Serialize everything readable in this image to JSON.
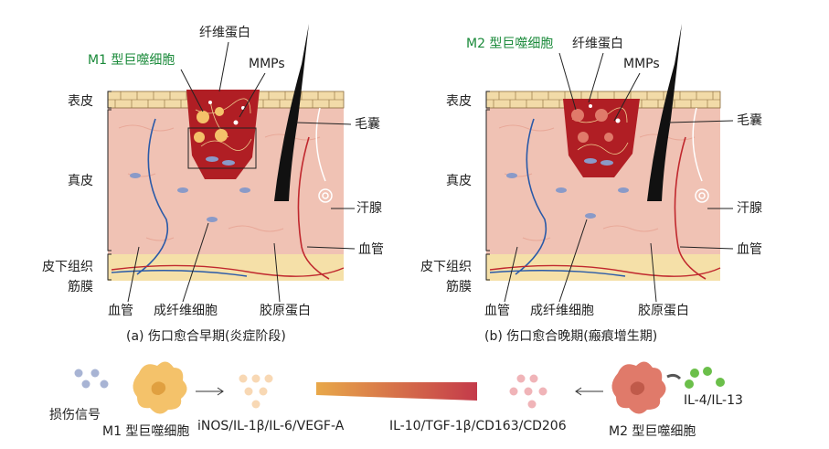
{
  "colors": {
    "dermis": "#f0c2b4",
    "epidermis": "#f2dba8",
    "subcutis": "#f5e0a8",
    "wound": "#b01e24",
    "hair": "#111111",
    "vessel_red": "#c0282e",
    "vessel_blue": "#2a5aa8",
    "m1_cell": "#f4c26a",
    "m2_cell": "#e07a6a",
    "label_green": "#1a8a3a",
    "il_dots": "#6bbf4a",
    "damage_dots": "#a8b4d4"
  },
  "panel_a": {
    "m1_label": "M1 型巨噬细胞",
    "fibrin": "纤维蛋白",
    "mmps": "MMPs",
    "epidermis": "表皮",
    "dermis": "真皮",
    "subcutis": "皮下组织",
    "fascia": "筋膜",
    "hair_follicle": "毛囊",
    "sweat_gland": "汗腺",
    "vessel_right": "血管",
    "vessel_bottom": "血管",
    "fibroblast": "成纤维细胞",
    "collagen": "胶原蛋白",
    "caption": "(a) 伤口愈合早期(炎症阶段)"
  },
  "panel_b": {
    "m2_label": "M2 型巨噬细胞",
    "fibrin": "纤维蛋白",
    "mmps": "MMPs",
    "epidermis": "表皮",
    "dermis": "真皮",
    "subcutis": "皮下组织",
    "fascia": "筋膜",
    "hair_follicle": "毛囊",
    "sweat_gland": "汗腺",
    "vessel_right": "血管",
    "vessel_bottom": "血管",
    "fibroblast": "成纤维细胞",
    "collagen": "胶原蛋白",
    "caption": "(b) 伤口愈合晚期(瘢痕增生期)"
  },
  "legend": {
    "damage_signal": "损伤信号",
    "m1": "M1 型巨噬细胞",
    "m1_factors": "iNOS/IL-1β/IL-6/VEGF-A",
    "m2_factors": "IL-10/TGF-1β/CD163/CD206",
    "m2": "M2 型巨噬细胞",
    "il": "IL-4/IL-13"
  }
}
